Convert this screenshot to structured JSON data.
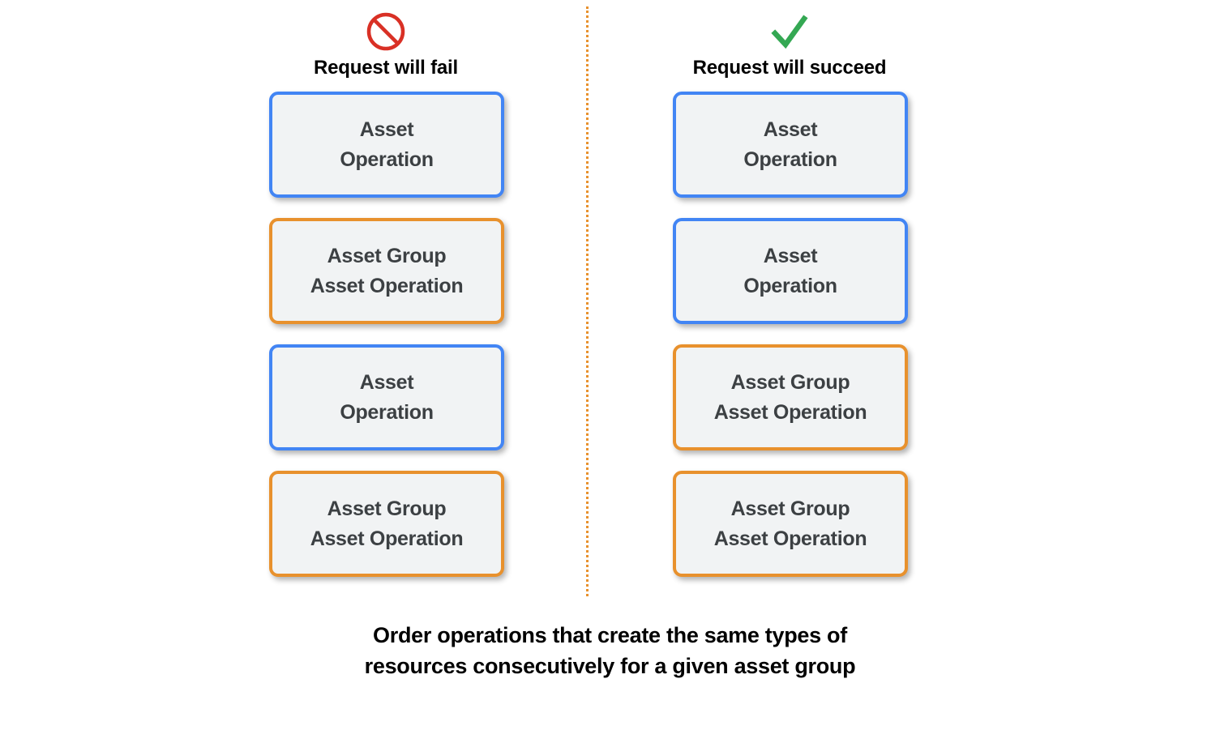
{
  "colors": {
    "blue_border": "#4285F4",
    "orange_border": "#E8912D",
    "box_fill": "#F1F3F4",
    "box_text": "#3C4043",
    "fail_icon": "#D93025",
    "success_icon": "#34A853",
    "divider": "#E8912D",
    "background": "#FFFFFF"
  },
  "columns": [
    {
      "id": "fail",
      "title": "Request will fail",
      "icon": "prohibition-icon",
      "boxes": [
        {
          "label": "Asset\nOperation",
          "type": "asset-operation",
          "border": "blue"
        },
        {
          "label": "Asset Group\nAsset Operation",
          "type": "asset-group-asset-operation",
          "border": "orange"
        },
        {
          "label": "Asset\nOperation",
          "type": "asset-operation",
          "border": "blue"
        },
        {
          "label": "Asset Group\nAsset Operation",
          "type": "asset-group-asset-operation",
          "border": "orange"
        }
      ]
    },
    {
      "id": "succeed",
      "title": "Request will succeed",
      "icon": "checkmark-icon",
      "boxes": [
        {
          "label": "Asset\nOperation",
          "type": "asset-operation",
          "border": "blue"
        },
        {
          "label": "Asset\nOperation",
          "type": "asset-operation",
          "border": "blue"
        },
        {
          "label": "Asset Group\nAsset Operation",
          "type": "asset-group-asset-operation",
          "border": "orange"
        },
        {
          "label": "Asset Group\nAsset Operation",
          "type": "asset-group-asset-operation",
          "border": "orange"
        }
      ]
    }
  ],
  "caption": "Order operations that create the same types of\nresources consecutively for a given asset group"
}
